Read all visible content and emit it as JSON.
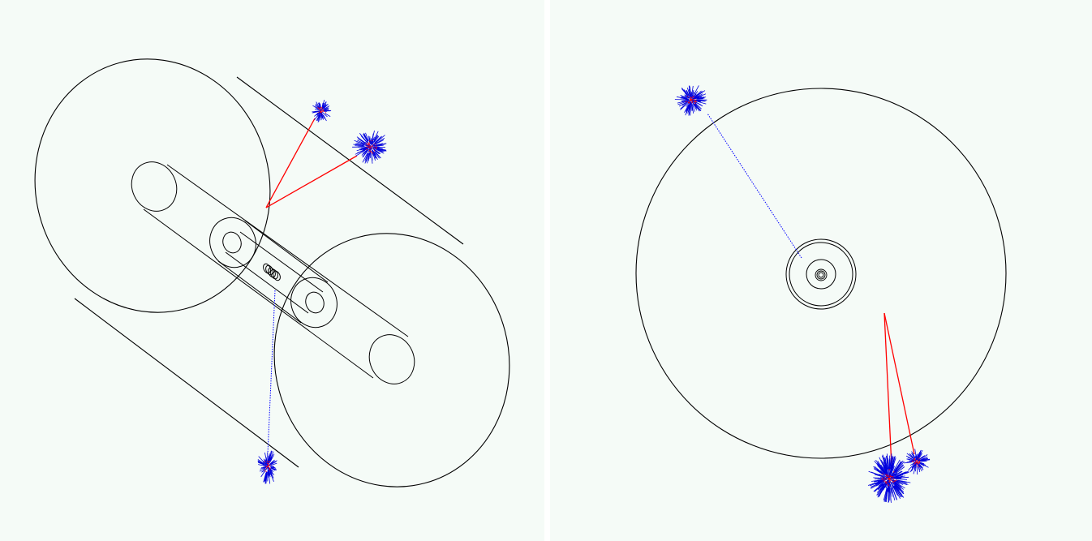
{
  "views": [
    {
      "id": "perspective-view",
      "elements": [
        "outer-cylinder",
        "inner-tube",
        "ring-pair",
        "vertex-coil",
        "red-tracks",
        "blue-track",
        "hit-clusters"
      ]
    },
    {
      "id": "end-view",
      "elements": [
        "outer-circle",
        "inner-rings",
        "vertex-coil",
        "red-tracks",
        "blue-track",
        "hit-clusters"
      ]
    }
  ],
  "colors": {
    "background": "#f5fbf7",
    "outline": "#000000",
    "charged_track": "#ff0000",
    "neutral_track": "#0000ff",
    "shower_core": "#ff0000",
    "shower_halo": "#0000dd"
  }
}
